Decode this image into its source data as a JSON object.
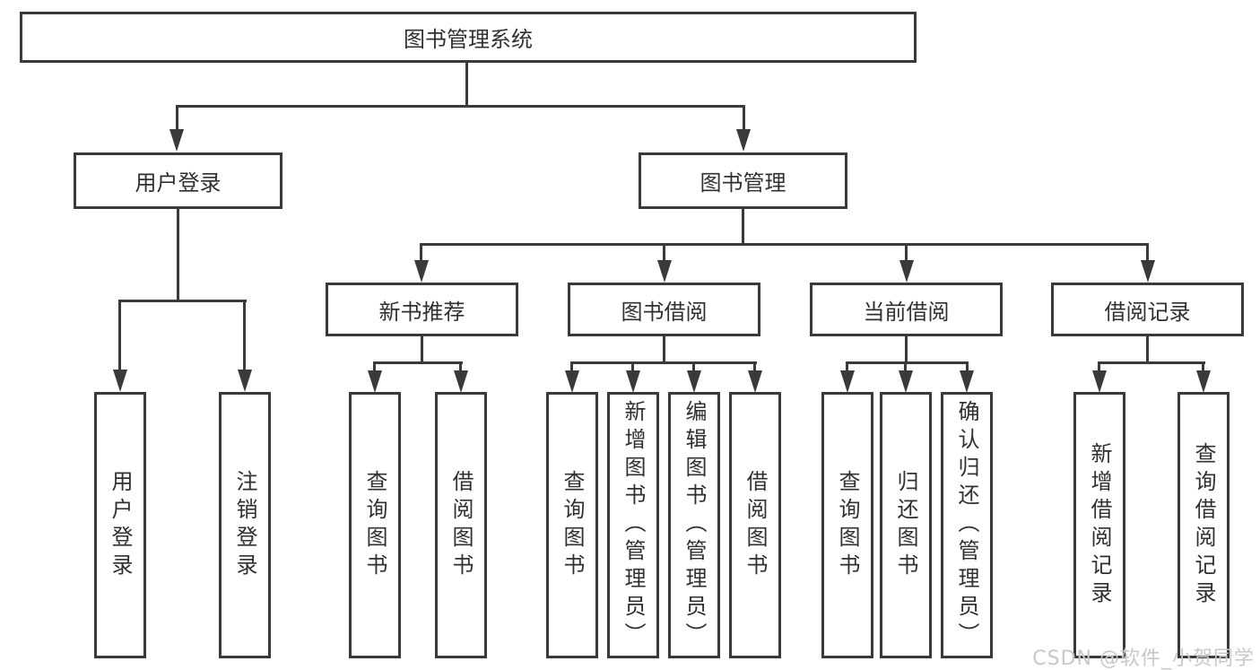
{
  "tree": {
    "root": "图书管理系统",
    "branches": [
      {
        "label": "用户登录",
        "children": [
          "用户登录",
          "注销登录"
        ]
      },
      {
        "label": "图书管理",
        "groups": [
          {
            "label": "新书推荐",
            "children": [
              "查询图书",
              "借阅图书"
            ]
          },
          {
            "label": "图书借阅",
            "children": [
              "查询图书",
              "新增图书（管理员）",
              "编辑图书（管理员）",
              "借阅图书"
            ]
          },
          {
            "label": "当前借阅",
            "children": [
              "查询图书",
              "归还图书",
              "确认归还（管理员）"
            ]
          },
          {
            "label": "借阅记录",
            "children": [
              "新增借阅记录",
              "查询借阅记录"
            ]
          }
        ]
      }
    ]
  },
  "watermark": "CSDN @软件_小贺同学",
  "colors": {
    "line": "#3a3a3a",
    "text": "#303030",
    "background": "#ffffff",
    "watermark": "#c8c8c8"
  }
}
